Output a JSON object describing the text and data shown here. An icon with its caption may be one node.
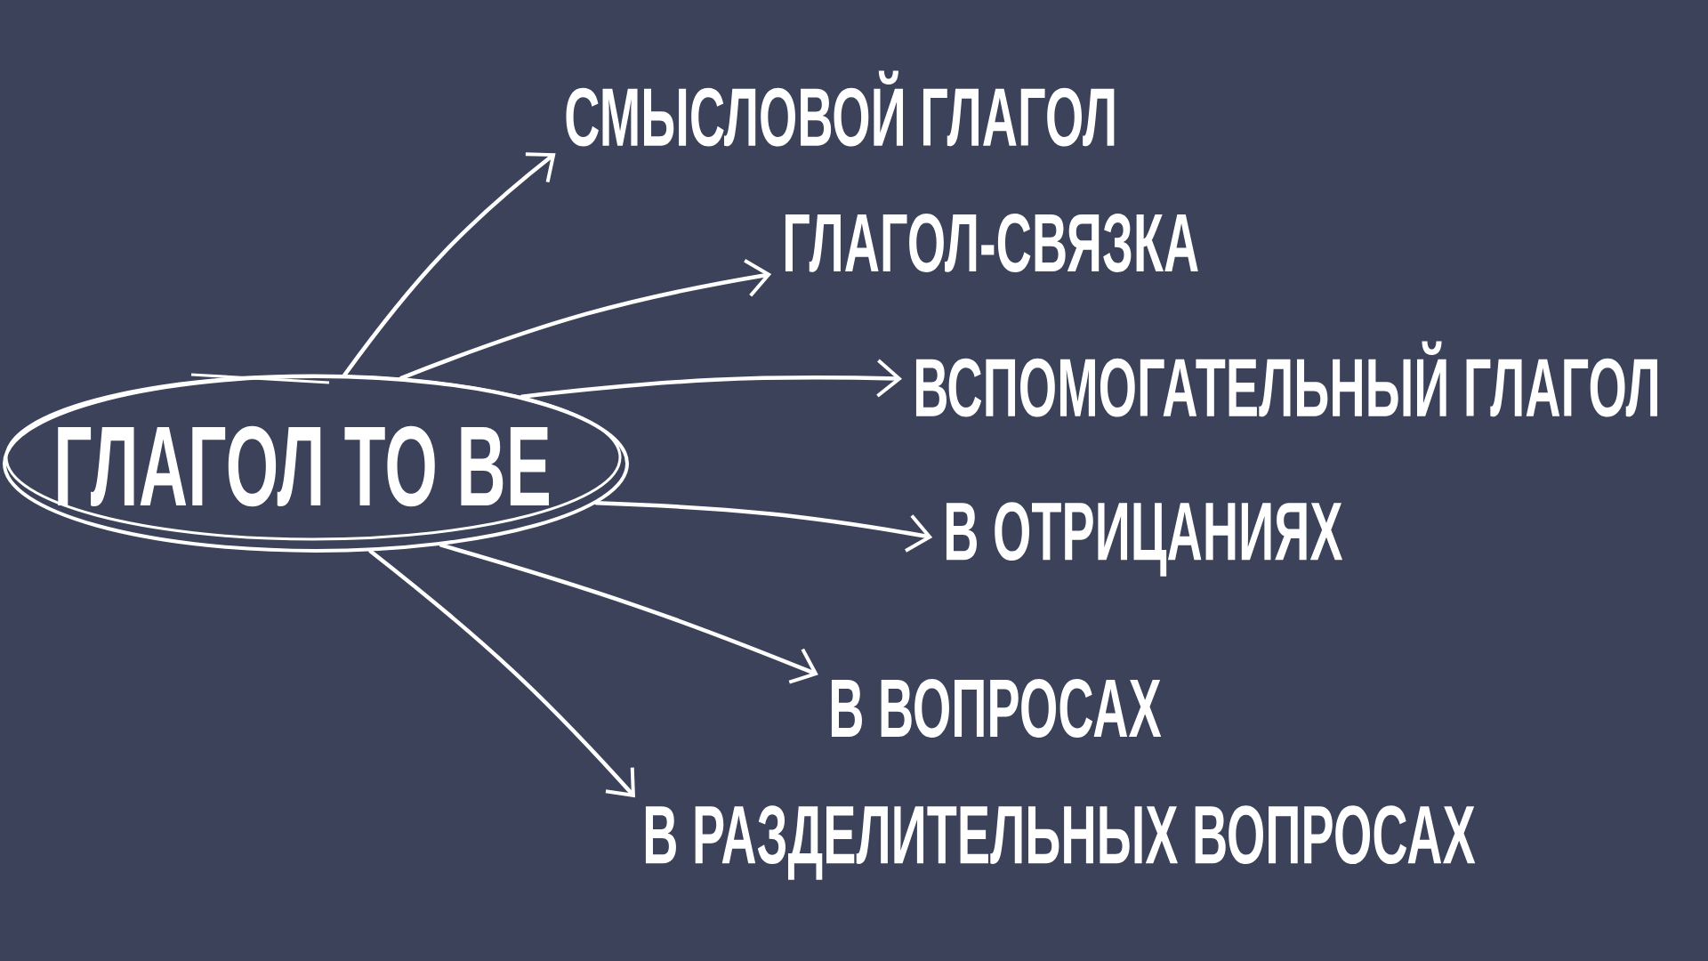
{
  "diagram": {
    "nodes": [
      {
        "text": [
          "ГЛАГОЛ TO BE"
        ]
      },
      {
        "text": [
          "СМЫСЛОВОЙ ГЛАГОЛ"
        ]
      },
      {
        "text": [
          "ГЛАГОЛ-СВЯЗКА"
        ]
      },
      {
        "text": [
          "ВСПОМОГАТЕЛЬНЫЙ ГЛАГОЛ"
        ]
      },
      {
        "text": [
          "В ОТРИЦАНИЯХ"
        ]
      },
      {
        "text": [
          "В ВОПРОСАХ"
        ]
      },
      {
        "text": [
          "В РАЗДЕЛИТЕЛЬНЫХ ВОПРОСАХ"
        ]
      }
    ],
    "edges": [
      {
        "from": 0,
        "to": 1,
        "arrow": "to"
      },
      {
        "from": 0,
        "to": 2,
        "arrow": "to"
      },
      {
        "from": 0,
        "to": 3,
        "arrow": "to"
      },
      {
        "from": 0,
        "to": 4,
        "arrow": "to"
      },
      {
        "from": 0,
        "to": 5,
        "arrow": "to"
      },
      {
        "from": 0,
        "to": 6,
        "arrow": "to"
      }
    ]
  }
}
